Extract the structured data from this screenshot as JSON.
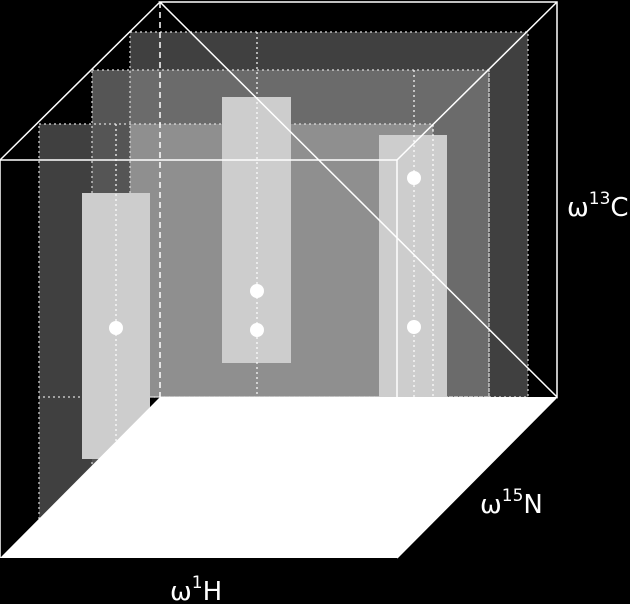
{
  "axes": {
    "x": {
      "symbol": "ω",
      "isotope": "1",
      "element": "H"
    },
    "y": {
      "symbol": "ω",
      "isotope": "13",
      "element": "C"
    },
    "z": {
      "symbol": "ω",
      "isotope": "15",
      "element": "N"
    }
  },
  "colors": {
    "background": "#000000",
    "floor": "#ffffff",
    "edges": "#ffffff",
    "plane_back": "#404040",
    "plane_middle": "#6b6b6b",
    "plane_front": "#8f8f8f",
    "strip": "#cdcdcd",
    "peak": "#ffffff"
  },
  "spectrum": {
    "planes": [
      "back",
      "middle",
      "front"
    ],
    "strips": [
      {
        "id": "left",
        "peaks": 1
      },
      {
        "id": "center",
        "peaks": 2
      },
      {
        "id": "right",
        "peaks": 2
      }
    ]
  }
}
